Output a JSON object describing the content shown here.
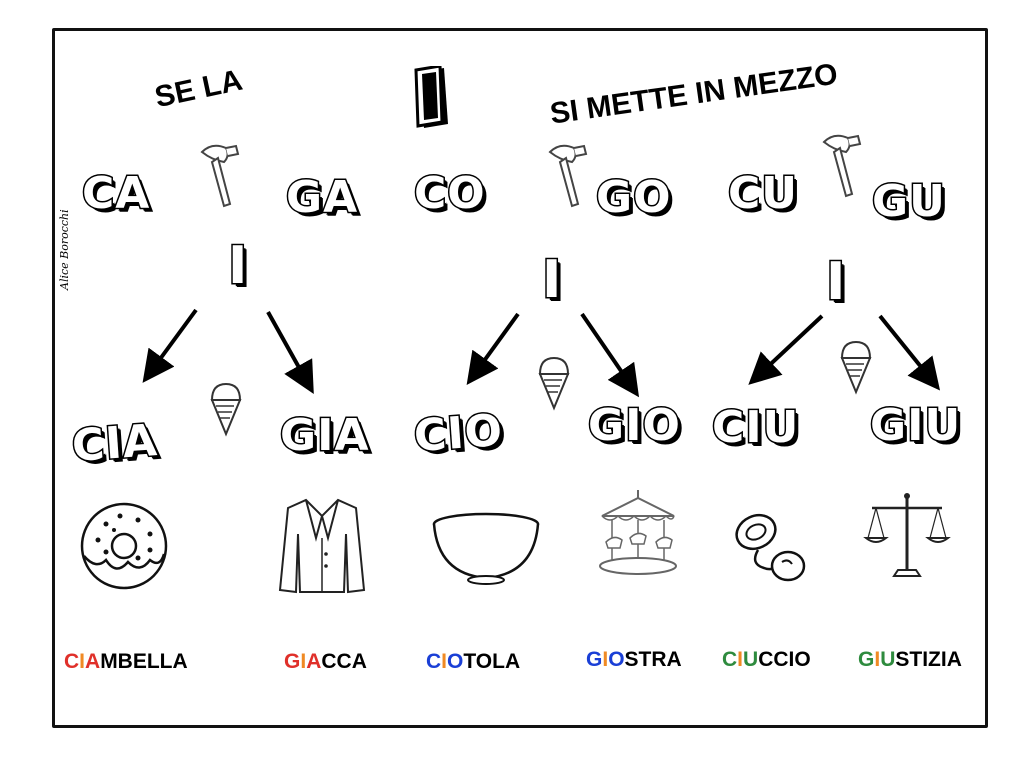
{
  "heading": {
    "left": "SE LA",
    "right": "SI METTE IN MEZZO",
    "letter": "I"
  },
  "syllables": [
    "CA",
    "GA",
    "CO",
    "GO",
    "CU",
    "GU"
  ],
  "connector_letter": "I",
  "combos": [
    "CIA",
    "GIA",
    "CIO",
    "GIO",
    "CIU",
    "GIU"
  ],
  "icons": [
    "hammer-icon",
    "ice-cream-icon",
    "arrow-icon",
    "donut-icon",
    "jacket-icon",
    "bowl-icon",
    "carousel-icon",
    "pacifier-icon",
    "scale-icon"
  ],
  "signature": "Alice Borocchi",
  "words": [
    {
      "prefix": "CIA",
      "rest": "MBELLA",
      "colors": [
        "#e0302a",
        "#f08a24",
        "#e0302a"
      ]
    },
    {
      "prefix": "GIA",
      "rest": "CCA",
      "colors": [
        "#e0302a",
        "#f08a24",
        "#e0302a"
      ]
    },
    {
      "prefix": "CIO",
      "rest": "TOLA",
      "colors": [
        "#1a3fd6",
        "#f08a24",
        "#1a3fd6"
      ]
    },
    {
      "prefix": "GIO",
      "rest": "STRA",
      "colors": [
        "#1a3fd6",
        "#f08a24",
        "#1a3fd6"
      ]
    },
    {
      "prefix": "CIU",
      "rest": "CCIO",
      "colors": [
        "#2e8b3e",
        "#f08a24",
        "#2e8b3e"
      ]
    },
    {
      "prefix": "GIU",
      "rest": "STIZIA",
      "colors": [
        "#2e8b3e",
        "#f08a24",
        "#2e8b3e"
      ]
    }
  ]
}
